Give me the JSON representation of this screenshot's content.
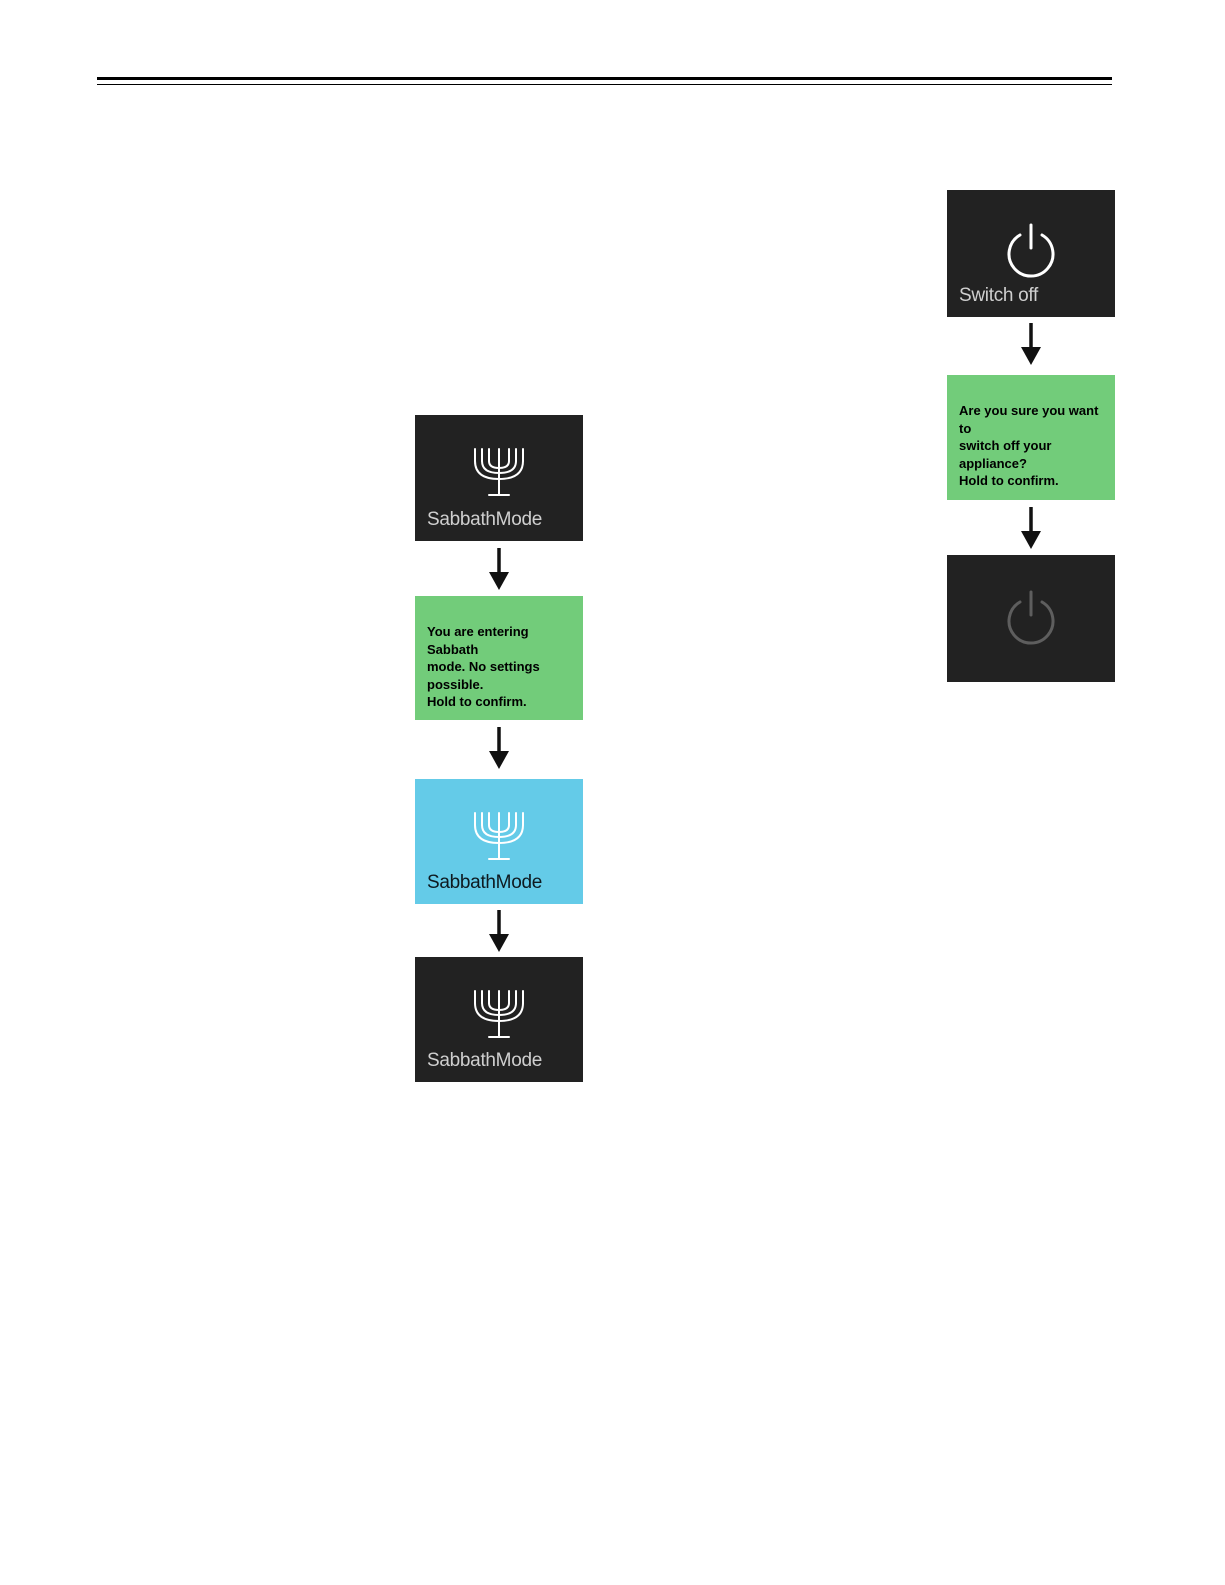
{
  "page": {
    "header_rule": "double"
  },
  "sabbath_flow": {
    "step1": {
      "icon": "menorah-icon",
      "label": "SabbathMode",
      "color": "#222222"
    },
    "step2": {
      "color": "#72cc7a",
      "lines": [
        "You are entering Sabbath",
        "mode. No settings",
        "possible.",
        "Hold to confirm."
      ]
    },
    "step3": {
      "icon": "menorah-icon",
      "label": "SabbathMode",
      "color": "#64cbe8"
    },
    "step4": {
      "icon": "menorah-icon",
      "label": "SabbathMode",
      "color": "#222222"
    }
  },
  "switch_off_flow": {
    "step1": {
      "icon": "power-icon",
      "label": "Switch off",
      "color": "#222222"
    },
    "step2": {
      "color": "#72cc7a",
      "lines": [
        "Are you sure you want to",
        "switch off your",
        "appliance?",
        "Hold to confirm."
      ]
    },
    "step3": {
      "icon": "power-icon-dimmed",
      "color": "#222222"
    }
  }
}
